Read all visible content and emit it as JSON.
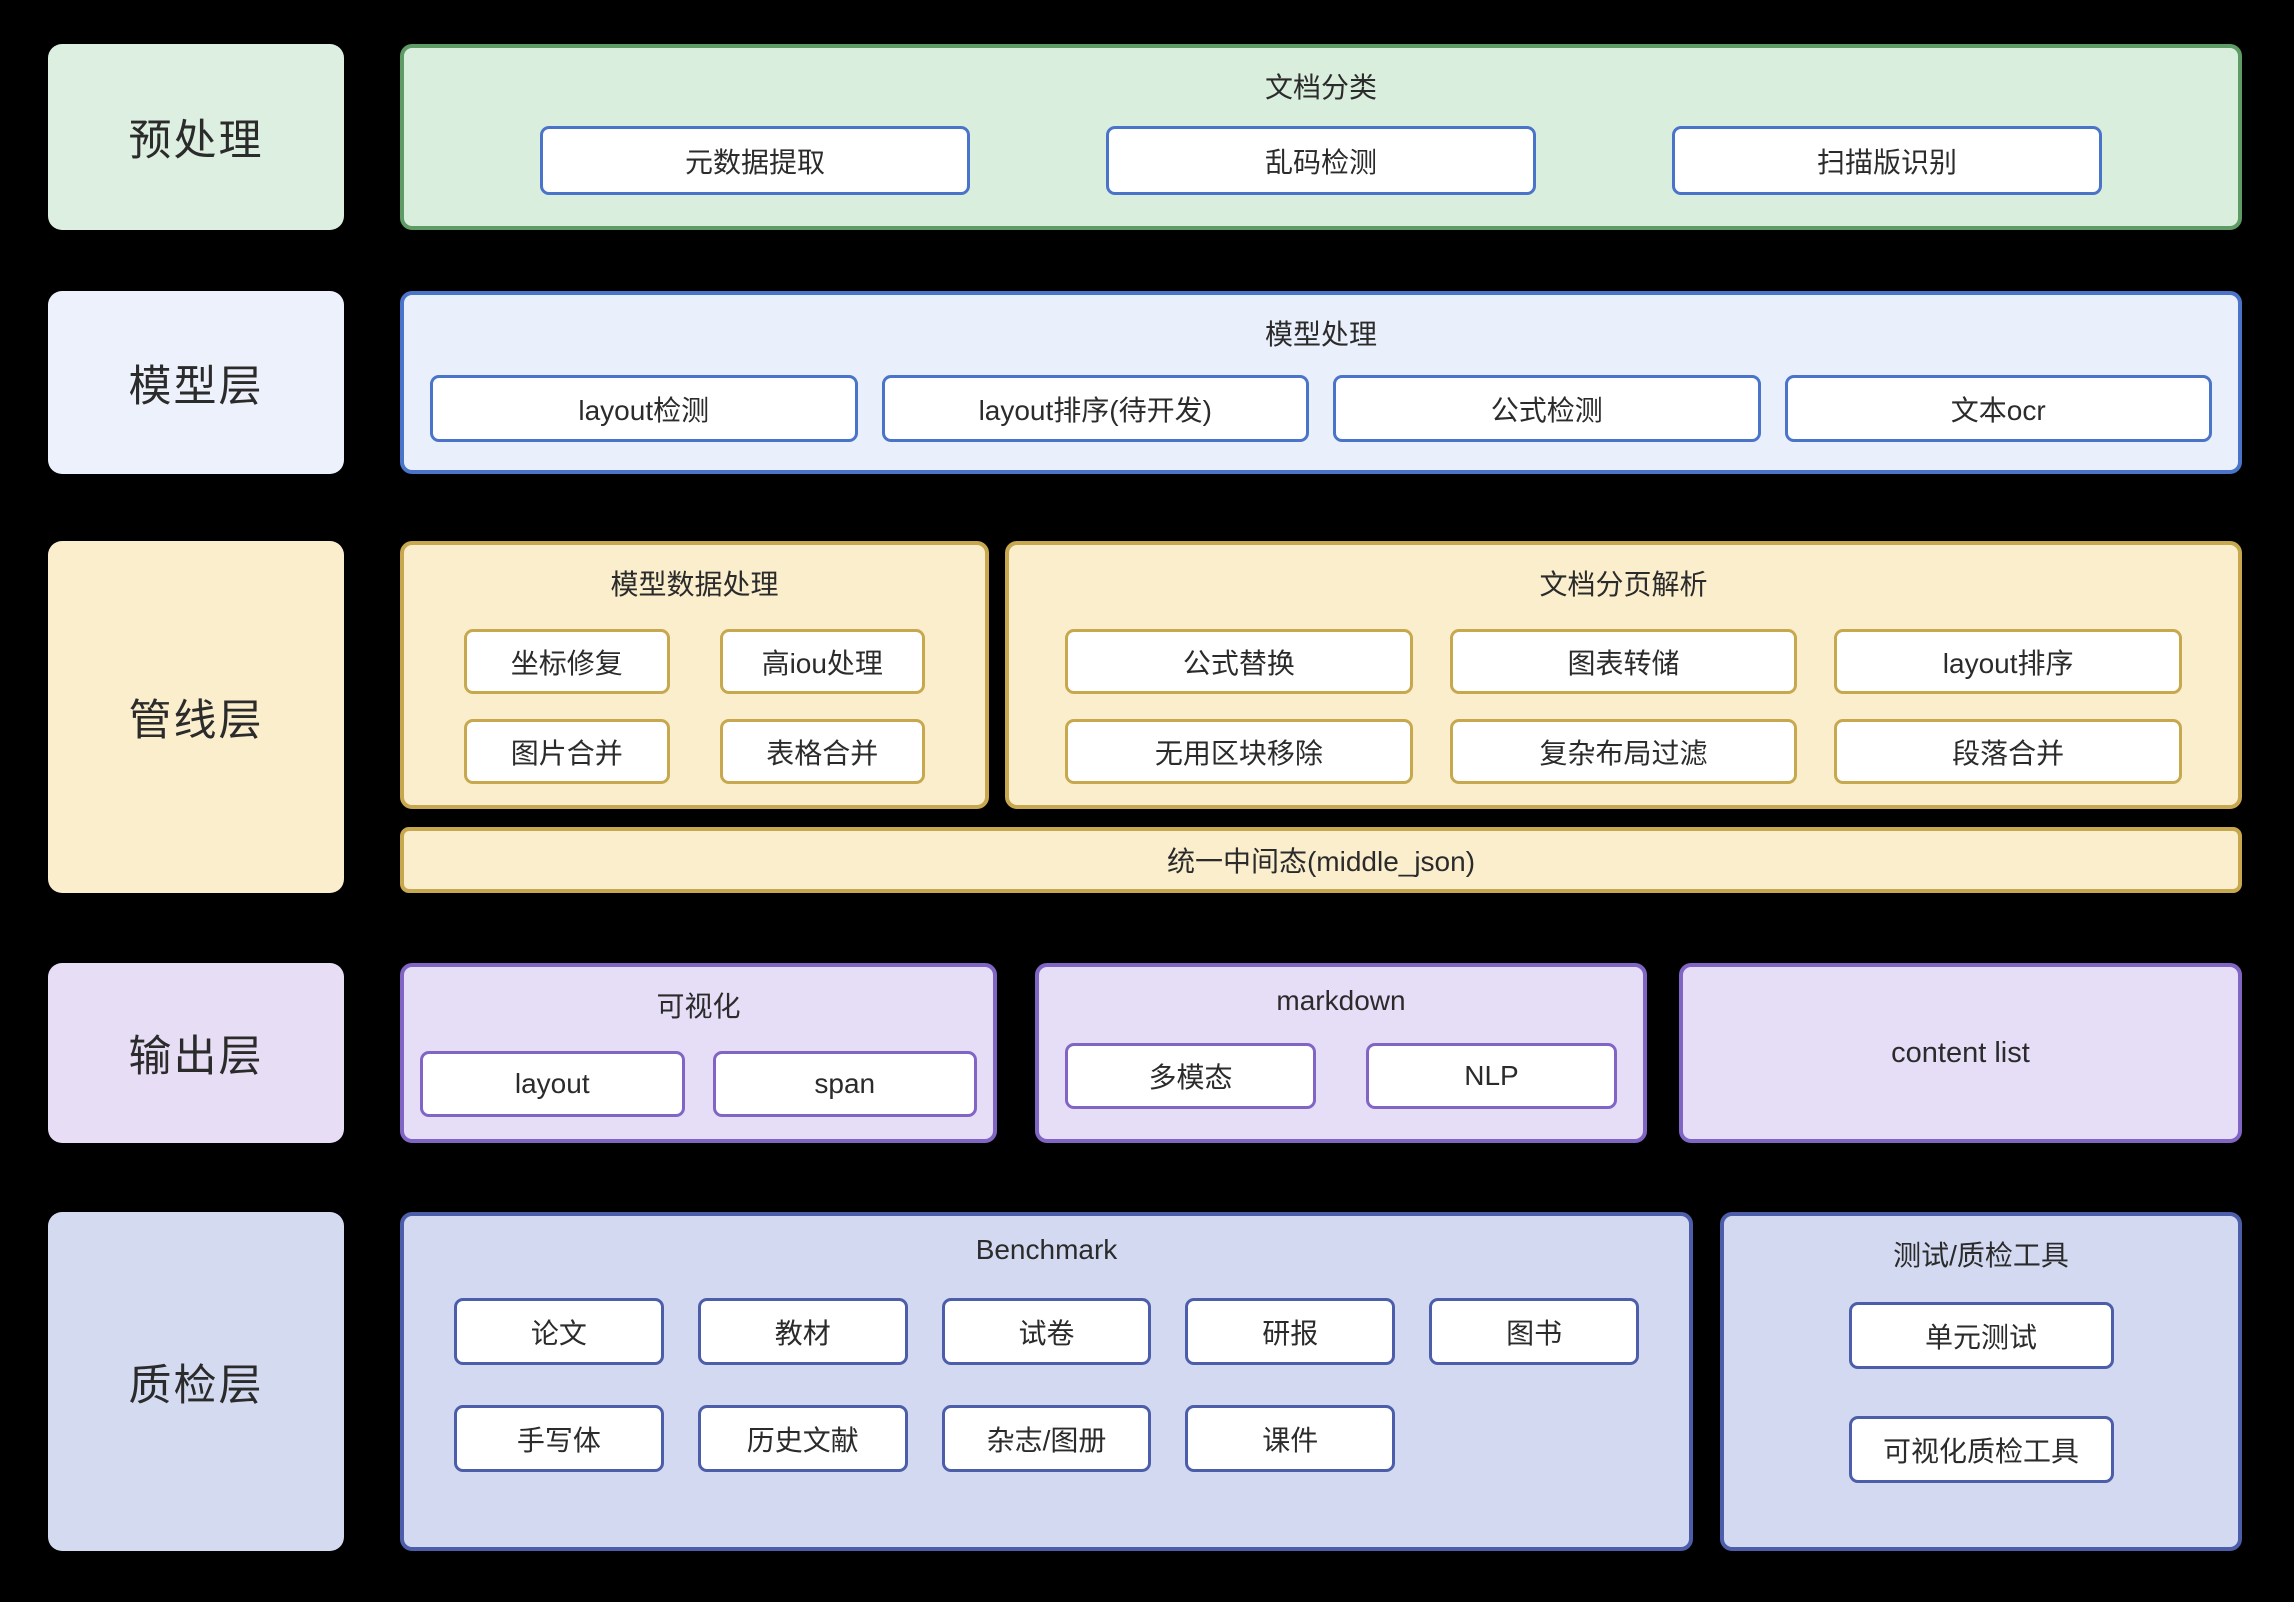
{
  "colors": {
    "background": "#000000",
    "accent_green": "#5e9b65",
    "accent_blue": "#4a74c9",
    "accent_gold": "#c8a84e",
    "accent_purple": "#8165c5",
    "accent_navy": "#4c5ea9",
    "fill_green": "#daeedd",
    "fill_green_light": "#ddefe1",
    "fill_blue": "#eaf0fb",
    "fill_blue_light": "#edf1fb",
    "fill_yellow": "#faeecd",
    "fill_purple": "#e6ddf7",
    "fill_purple_light": "#e7def6",
    "fill_periwinkle": "#d2d9f0",
    "fill_periwinkle_light": "#d4dbf1"
  },
  "layers": {
    "preprocess": {
      "label": "预处理",
      "group": {
        "title": "文档分类",
        "buttons": [
          "元数据提取",
          "乱码检测",
          "扫描版识别"
        ]
      }
    },
    "model": {
      "label": "模型层",
      "group": {
        "title": "模型处理",
        "buttons": [
          "layout检测",
          "layout排序(待开发)",
          "公式检测",
          "文本ocr"
        ]
      }
    },
    "pipeline": {
      "label": "管线层",
      "model_data_group": {
        "title": "模型数据处理",
        "buttons": [
          "坐标修复",
          "高iou处理",
          "图片合并",
          "表格合并"
        ]
      },
      "page_parse_group": {
        "title": "文档分页解析",
        "buttons": [
          "公式替换",
          "图表转储",
          "layout排序",
          "无用区块移除",
          "复杂布局过滤",
          "段落合并"
        ]
      },
      "bar": "统一中间态(middle_json)"
    },
    "output": {
      "label": "输出层",
      "visualization_group": {
        "title": "可视化",
        "buttons": [
          "layout",
          "span"
        ]
      },
      "markdown_group": {
        "title": "markdown",
        "buttons": [
          "多模态",
          "NLP"
        ]
      },
      "content_list_label": "content list"
    },
    "qa": {
      "label": "质检层",
      "benchmark_group": {
        "title": "Benchmark",
        "buttons": [
          "论文",
          "教材",
          "试卷",
          "研报",
          "图书",
          "手写体",
          "历史文献",
          "杂志/图册",
          "课件"
        ]
      },
      "tools_group": {
        "title": "测试/质检工具",
        "buttons": [
          "单元测试",
          "可视化质检工具"
        ]
      }
    }
  }
}
